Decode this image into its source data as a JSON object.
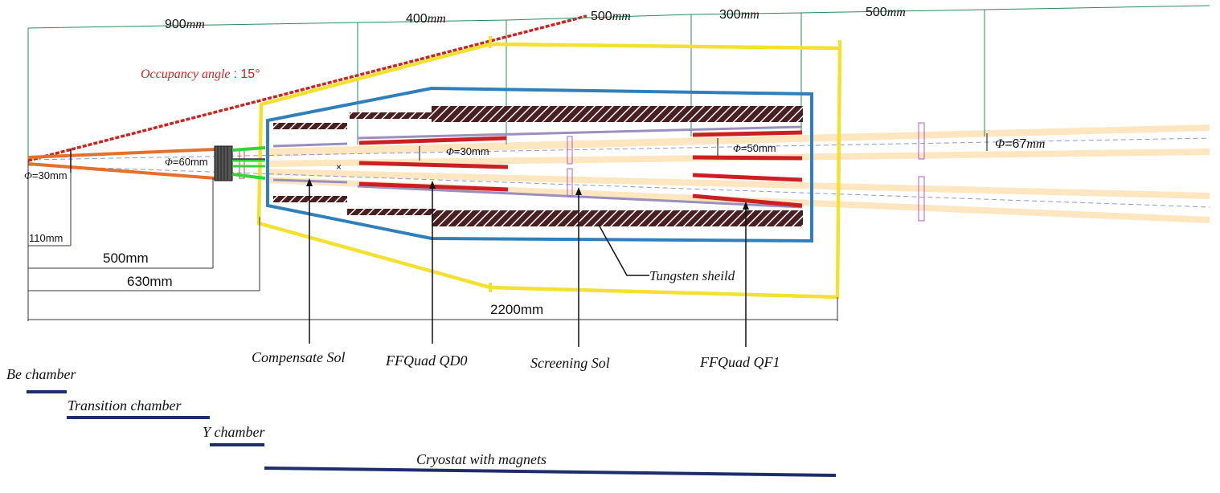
{
  "dimensions": {
    "top_900": {
      "num": "900",
      "unit": "mm"
    },
    "top_400": {
      "num": "400",
      "unit": "mm"
    },
    "top_500a": "500",
    "top_500a_unit": "mm",
    "top_300": "300",
    "top_300_unit": "mm",
    "top_500b": "500",
    "top_500b_unit": "mm",
    "phi_30_left": {
      "sym": "Φ",
      "rest": "=30mm"
    },
    "phi_60": {
      "sym": "Φ",
      "rest": "=60mm"
    },
    "phi_30_inner": {
      "sym": "Φ",
      "rest": "=30mm"
    },
    "phi_50": {
      "sym": "Φ",
      "rest": "=50mm"
    },
    "phi_67": {
      "sym": "Φ",
      "rest": "=67",
      "unit": "mm"
    },
    "bottom_110": "110mm",
    "bottom_500": "500mm",
    "bottom_630": "630mm",
    "bottom_2200": "2200mm"
  },
  "annotations": {
    "occupancy": "Occupancy angle",
    "occupancy_value": ": 15°",
    "tungsten": "Tungsten sheild",
    "compensate_sol": "Compensate Sol",
    "ffquad_qd0": "FFQuad QD0",
    "screening_sol": "Screening Sol",
    "ffquad_qf1": "FFQuad QF1"
  },
  "legend": {
    "be_chamber": "Be chamber",
    "transition_chamber": "Transition chamber",
    "y_chamber": "Y chamber",
    "cryostat": "Cryostat with magnets"
  },
  "colors": {
    "occupancy_red": "#cc2222",
    "cryostat_yellow": "#f2e130",
    "shield_blue": "#2f7fbd",
    "beam_pipe_orange": "#e5702a",
    "beam_cream": "#fde6c0",
    "magnet_red": "#cc1f24",
    "tungsten_dark": "#4a1f22",
    "lavender": "#9b8fbf",
    "legend_navy": "#1e2d6b",
    "dimension_green": "#2a8a5a",
    "green_flange": "#39d23a"
  }
}
